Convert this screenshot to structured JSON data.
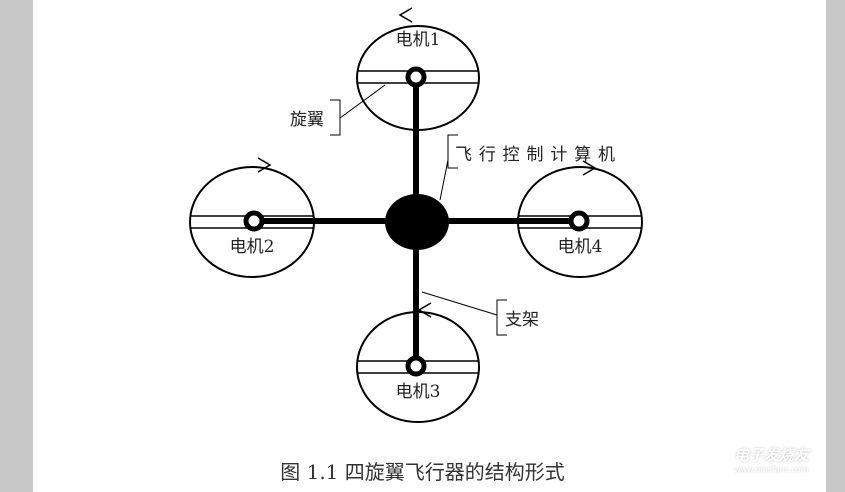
{
  "diagram": {
    "motors": [
      {
        "label": "电机1",
        "rotation": "counterclockwise"
      },
      {
        "label": "电机2",
        "rotation": "clockwise"
      },
      {
        "label": "电机3",
        "rotation": "counterclockwise"
      },
      {
        "label": "电机4",
        "rotation": "clockwise"
      }
    ],
    "annotations": {
      "rotor": "旋翼",
      "flight_computer": "飞行控制计算机",
      "frame": "支架"
    },
    "caption": "图 1.1 四旋翼飞行器的结构形式"
  },
  "watermark": {
    "brand": "电子发烧友",
    "url": "www.elecfans.com"
  },
  "colors": {
    "ink": "#000000",
    "page": "#ffffff",
    "margin": "#c8c8c8"
  }
}
